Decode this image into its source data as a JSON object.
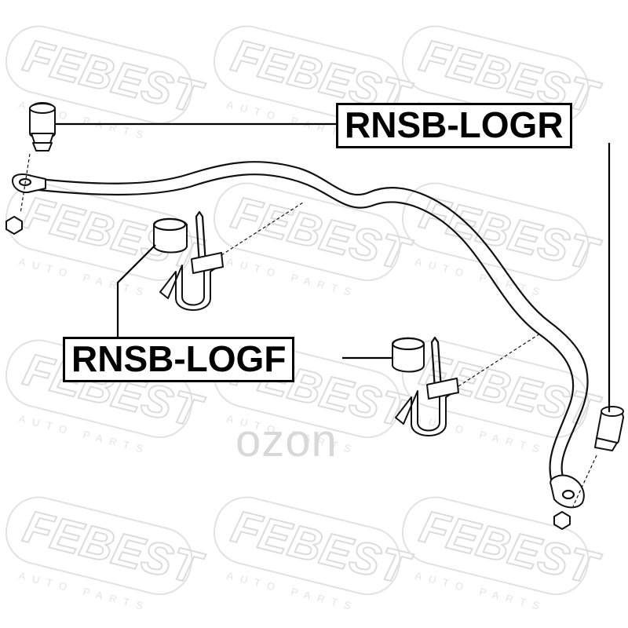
{
  "watermark": {
    "brand": "FEBEST",
    "tagline": "AUTO PARTS",
    "site": "ozon"
  },
  "labels": {
    "rear": "RNSB-LOGR",
    "front": "RNSB-LOGF"
  }
}
